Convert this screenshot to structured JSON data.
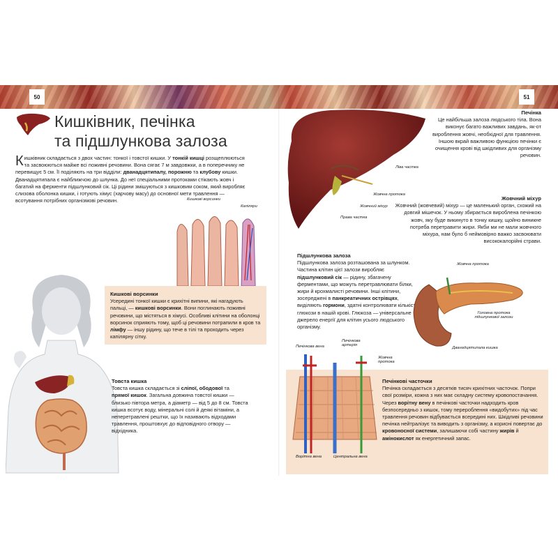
{
  "left_page_number": "50",
  "right_page_number": "51",
  "title": {
    "line1": "Кишківник, печінка",
    "line2": "та підшлункова залоза"
  },
  "intro": {
    "dropcap": "К",
    "t1": "ишківник складається з двох частин: тонкої і товстої кишки. У ",
    "b1": "тонкій кишці",
    "t2": " розщеплюються та засвоюються майже всі поживні речовини. Вона сягає 7 м завдовжки, а в поперечнику не перевищує 5 см. Її поділяють на три відділи: ",
    "b2": "дванадцятипалу, порожню",
    "t3": " та ",
    "b3": "клубову",
    "t4": " кишки. Дванадцятипала є найближчою до шлунка. До неї спеціальними протоками стікають жовч і багатий на ферменти підшлунковий сік. Ці рідини змішуються з кишковим соком, який виробляє слизова оболонка кишки, і готують хімус (харчову масу) до основної мети травлення — всотування потрібних організмові речовин."
  },
  "villi_labels": {
    "villi": "Кишкові ворсинки",
    "capillaries": "Капіляри"
  },
  "villi_box": {
    "heading": "Кишкові ворсинки",
    "t1": "Усередині тонкої кишки є крихітні випини, які нагадують пальці, — ",
    "b1": "кишкові ворсинки",
    "t2": ". Вони поглинають поживні речовини, що містяться в хімусі. Особливі клітини на оболонці ворсинок сприяють тому, щоб ці речовини потрапили в кров та ",
    "b2": "лімфу",
    "t3": " — іншу рідину, що тече в тілі та проходить через капілярну сітку."
  },
  "colon": {
    "heading": "Товста кишка",
    "t1": "Товста кишка складається зі ",
    "b1": "сліпої, ободової",
    "t2": " та ",
    "b2": "прямої кишок",
    "t3": ". Загальна довжина товстої кишки — близько півтора метра, а діаметр — від 5 до 8 см. Товста кишка всотує воду, мінеральні солі й деякі вітаміни, а неперетравлені рештки, що їх називають відходами травлення, проштовхує до відповідного отвору — відхідника."
  },
  "liver": {
    "heading": "Печінка",
    "text": "Це найбільша залоза людського тіла. Вона виконує багато важливих завдань, як-от вироблення жовчі, необхідної для травлення. Іншою вкрай важливою функцією печінки є очищення крові від шкідливих для організму речовин.",
    "labels": {
      "left_lobe": "Ліва частка",
      "bile_duct": "Жовчна протока",
      "gallbladder": "Жовчний міхур",
      "right_lobe": "Права частка"
    }
  },
  "gallbladder": {
    "heading": "Жовчний міхур",
    "text": "Жовчний (жовчевий) міхур — це маленький орган, схожий на довгий мішечок. У ньому збирається вироблена печінкою жовч, яку буде викинуто в тонку кишку, щойно виникне потреба перетравити жири. Якби ми не мали жовчного міхура, нам було б неймовірно важко засвоювати висококалорійні страви."
  },
  "pancreas": {
    "heading": "Підшлункова залоза",
    "t1": "Підшлункова залоза розташована за шлунком. Частина клітин цієї залози виробляє ",
    "b1": "підшлунковий сік",
    "t2": " — рідину, збагачену ферментами, що можуть перетравлювати білки, жири й крохмалисті речовини. Інші клітини, зосереджені в ",
    "b2": "панкреатичних острівцях",
    "t3": ", виділяють ",
    "b3": "гормони",
    "t4": ", здатні контролювати кількість глюкози в нашій крові. Глюкоза — універсальне джерело енергії для клітин усього людського організму.",
    "labels": {
      "bile_duct": "Жовчна протока",
      "head": "Головна протока підшлункової залози",
      "duodenum": "Дванадцятипала кишка"
    }
  },
  "lobules_labels": {
    "portal_vein": "Печінкова вена",
    "artery": "Печінкова артерія",
    "bile_duct": "Жовчна протока",
    "portal_vein_bottom": "Ворітна вена",
    "central_vein": "Центральна вена"
  },
  "lobules": {
    "heading": "Печінкові часточки",
    "t1": "Печінка складається з десятків тисяч крихітних часточок. Попри свої розміри, кожна з них має складну систему кровопостачання. Через ",
    "b1": "ворітну вену",
    "t2": " в печінкові часточки надходить кров безпосередньо з кишок, тому перероблення «видобутих» під час травлення речовин відбувається всередині них. Шкідливі речовини печінка нейтралізує та виводить з організму, а корисні повертає до ",
    "b2": "кровоносної системи",
    "t3": ", залишаючи собі частину ",
    "b3": "жирів",
    "t4": " й ",
    "b4": "амінокислот",
    "t5": " як енергетичний запас."
  },
  "colors": {
    "accent_box": "#f7e3cf",
    "liver": "#7a1c1c",
    "pancreas": "#c0723c"
  }
}
